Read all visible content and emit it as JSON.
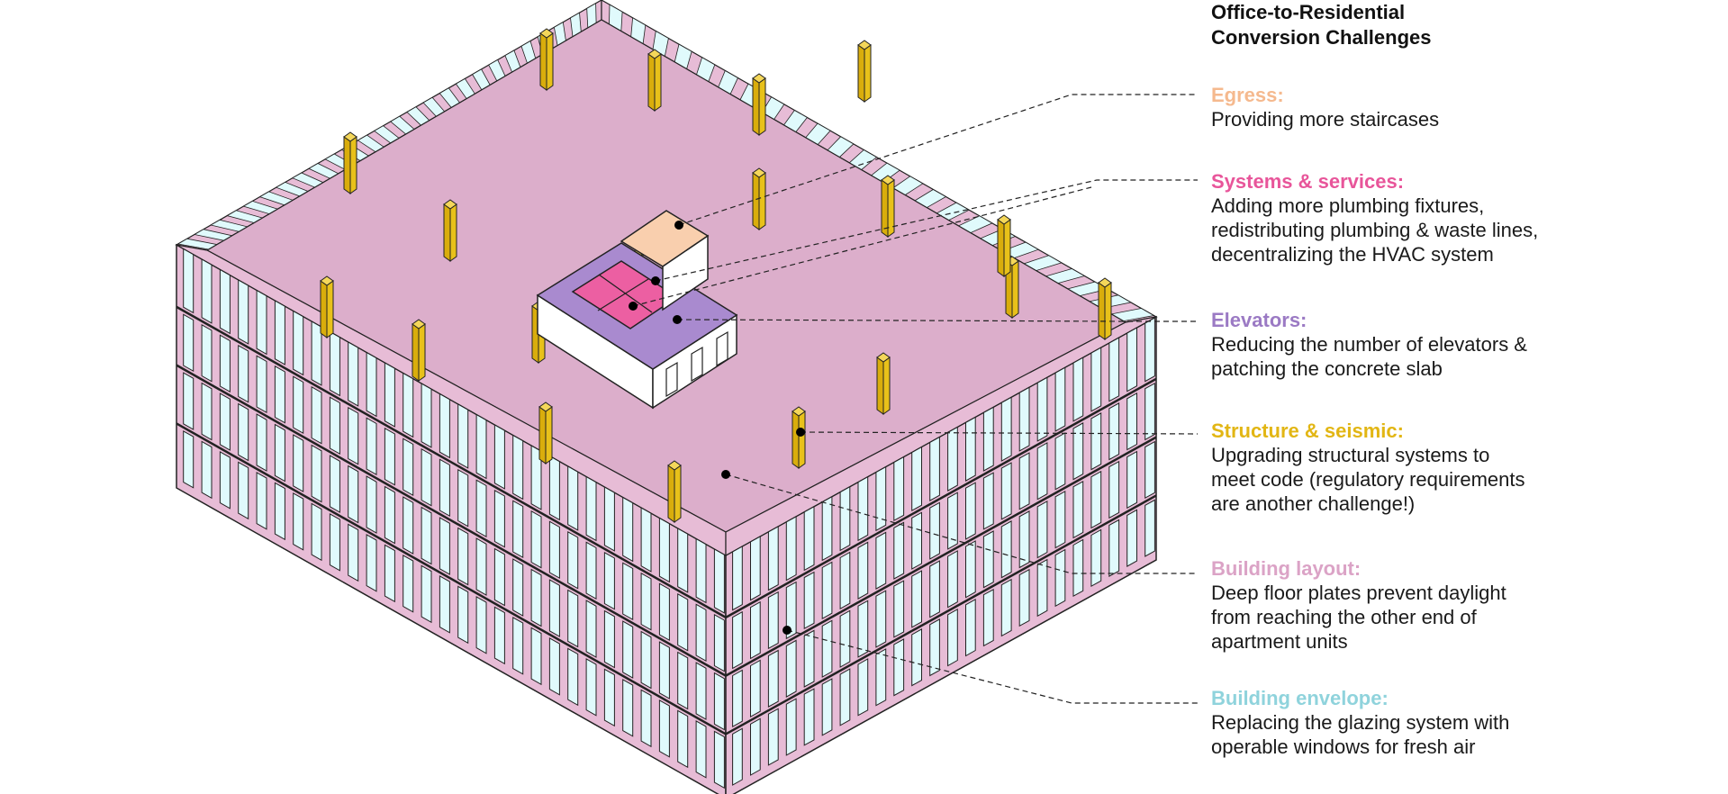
{
  "title": {
    "line1": "Office-to-Residential",
    "line2": "Conversion Challenges"
  },
  "callouts": [
    {
      "key": "egress",
      "label": "Egress:",
      "color": "#f5b98e",
      "lines": [
        "Providing more staircases"
      ]
    },
    {
      "key": "systems",
      "label": "Systems & services:",
      "color": "#e8559a",
      "lines": [
        "Adding more plumbing fixtures,",
        "redistributing plumbing & waste lines,",
        "decentralizing the HVAC system"
      ]
    },
    {
      "key": "elevators",
      "label": "Elevators:",
      "color": "#9b7ac4",
      "lines": [
        "Reducing the number of elevators &",
        "patching the concrete slab"
      ]
    },
    {
      "key": "structure",
      "label": "Structure & seismic:",
      "color": "#e2b614",
      "lines": [
        "Upgrading structural systems to",
        "meet code (regulatory requirements",
        "are another challenge!)"
      ]
    },
    {
      "key": "layout",
      "label": "Building layout:",
      "color": "#dba3c6",
      "lines": [
        "Deep floor plates prevent daylight",
        "from reaching the other end of",
        "apartment units"
      ]
    },
    {
      "key": "envelope",
      "label": "Building envelope:",
      "color": "#8fd3dc",
      "lines": [
        "Replacing the glazing system with",
        "operable windows for fresh air"
      ]
    }
  ],
  "colors": {
    "floor": "#dcaecb",
    "wall": "#e7bcd6",
    "glass": "#e0fafc",
    "column": "#e8c11a",
    "core": "#ffffff",
    "stair": "#f9cfae",
    "restroom": "#ec5fa2",
    "elevator": "#a98acf",
    "line": "#222222"
  }
}
